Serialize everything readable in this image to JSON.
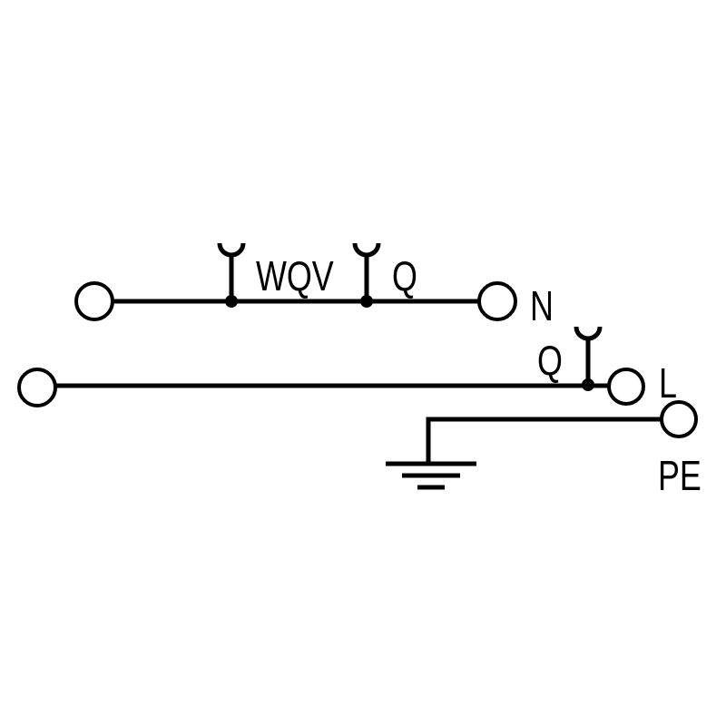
{
  "diagram": {
    "type": "terminal-block-wiring",
    "labels": {
      "top_bridge_1": "WQV",
      "top_bridge_2": "Q",
      "neutral": "N",
      "line_bridge": "Q",
      "line": "L",
      "protective_earth": "PE"
    },
    "colors": {
      "line": "#000000",
      "background": "#ffffff"
    }
  }
}
